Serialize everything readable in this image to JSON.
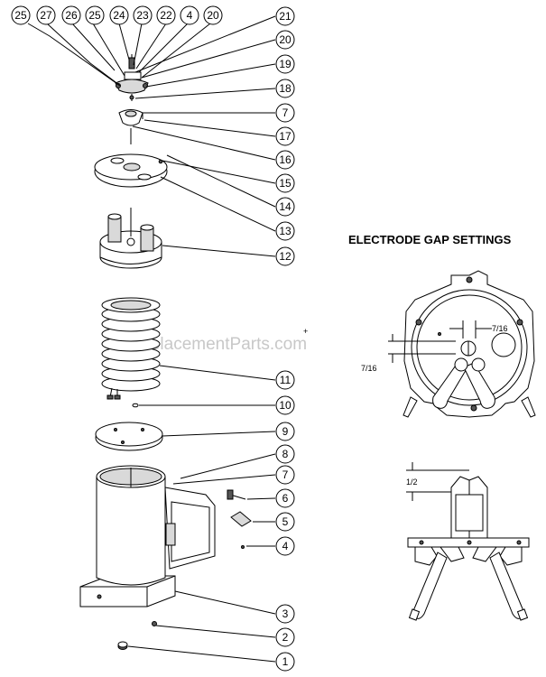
{
  "diagram": {
    "section_title": "ELECTRODE GAP SETTINGS",
    "watermark": "eReplacementParts.com",
    "plus_marker": "+",
    "top_callouts": [
      "25",
      "27",
      "26",
      "25",
      "24",
      "23",
      "22",
      "4",
      "20"
    ],
    "right_callouts": [
      "21",
      "20",
      "19",
      "18",
      "7",
      "17",
      "16",
      "15",
      "14",
      "13",
      "12",
      "11",
      "10",
      "9",
      "8",
      "7",
      "6",
      "5",
      "4",
      "3",
      "2",
      "1"
    ],
    "dimensions": {
      "gap_horizontal": "7/16",
      "gap_vertical": "7/16",
      "gap_height": "1/2"
    }
  }
}
